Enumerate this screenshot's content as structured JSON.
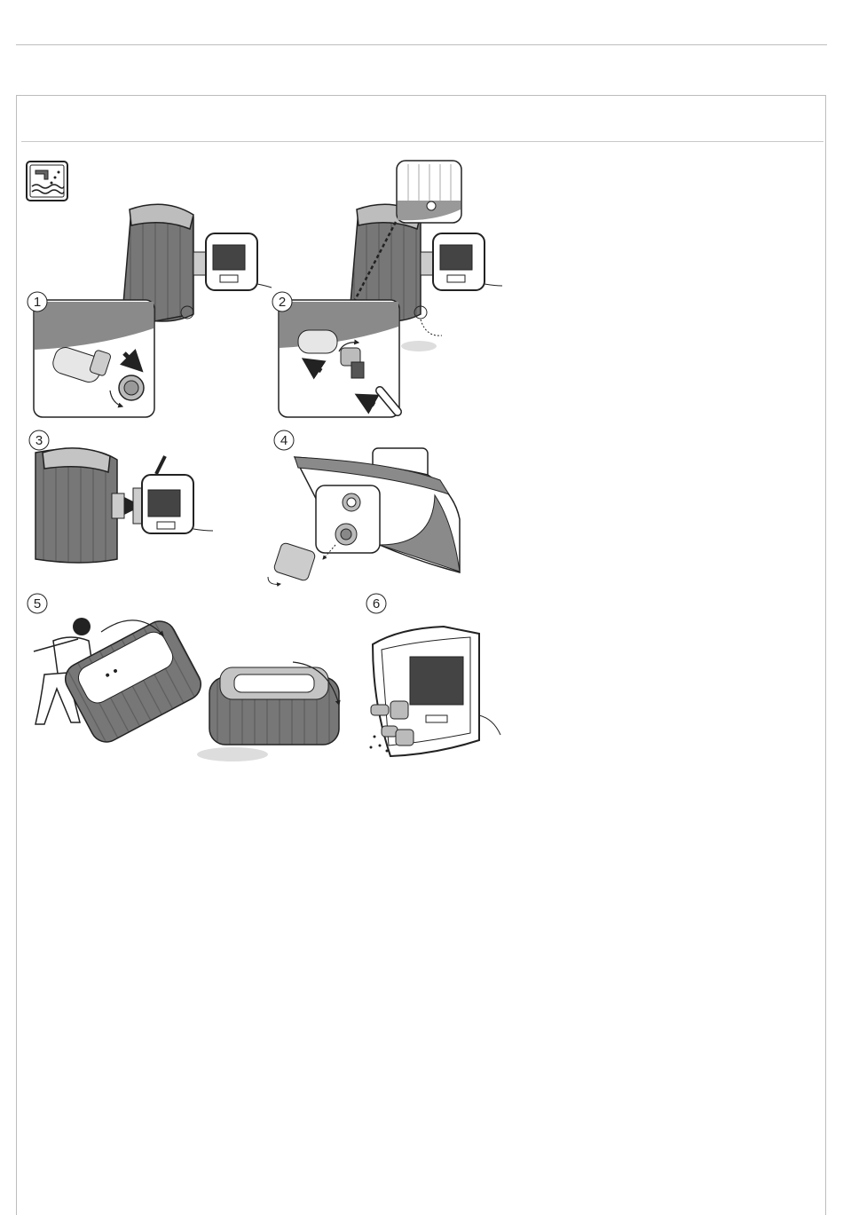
{
  "steps": [
    {
      "number": "1"
    },
    {
      "number": "2"
    },
    {
      "number": "3"
    },
    {
      "number": "4"
    },
    {
      "number": "5"
    },
    {
      "number": "6"
    }
  ],
  "icons": {
    "drain": "drain-water-icon"
  },
  "colors": {
    "line": "#222222",
    "spa_fill": "#7a7a7a",
    "spa_dark": "#555555",
    "rule": "#bdbdbd"
  }
}
